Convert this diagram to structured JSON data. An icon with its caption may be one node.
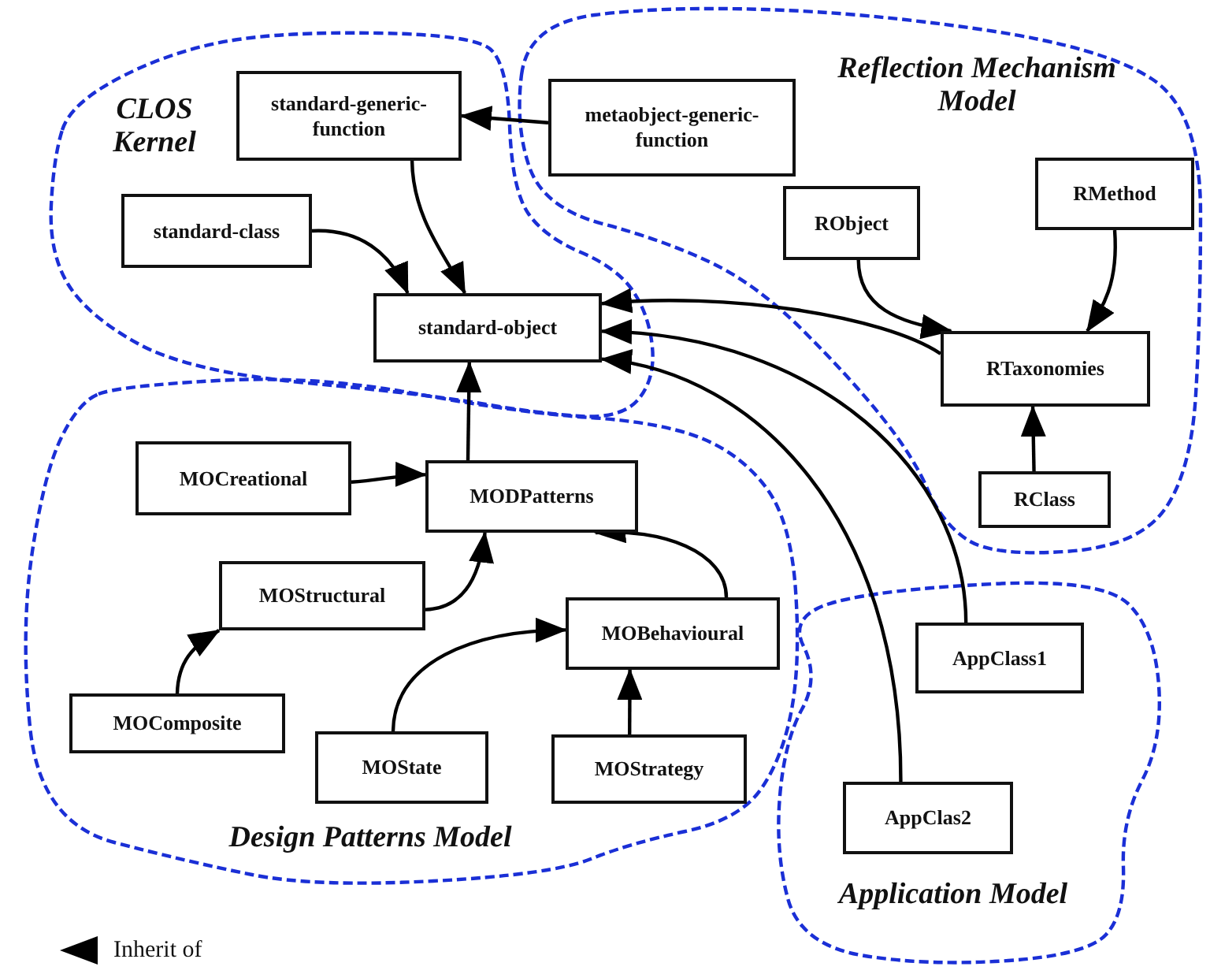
{
  "diagram": {
    "nodes": [
      {
        "text": [
          "CLOS Kernel"
        ]
      },
      {
        "text": [
          "Reflection Mechanism Model"
        ]
      },
      {
        "text": [
          "Design Patterns Model"
        ]
      },
      {
        "text": [
          "Application Model"
        ]
      },
      {
        "text": [
          "standard-generic-function"
        ],
        "in": 0
      },
      {
        "text": [
          "metaobject-generic-function"
        ],
        "in": 1
      },
      {
        "text": [
          "standard-class"
        ],
        "in": 0
      },
      {
        "text": [
          "standard-object"
        ],
        "in": 0
      },
      {
        "text": [
          "RObject"
        ],
        "in": 1
      },
      {
        "text": [
          "RMethod"
        ],
        "in": 1
      },
      {
        "text": [
          "RTaxonomies"
        ],
        "in": 1
      },
      {
        "text": [
          "RClass"
        ],
        "in": 1
      },
      {
        "text": [
          "MOCreational"
        ],
        "in": 2
      },
      {
        "text": [
          "MODPatterns"
        ],
        "in": 2
      },
      {
        "text": [
          "MOStructural"
        ],
        "in": 2
      },
      {
        "text": [
          "MOBehavioural"
        ],
        "in": 2
      },
      {
        "text": [
          "MOComposite"
        ],
        "in": 2
      },
      {
        "text": [
          "MOState"
        ],
        "in": 2
      },
      {
        "text": [
          "MOStrategy"
        ],
        "in": 2
      },
      {
        "text": [
          "AppClass1"
        ],
        "in": 3
      },
      {
        "text": [
          "AppClas2"
        ],
        "in": 3
      }
    ],
    "edges": [
      {
        "from": 5,
        "to": 4,
        "arrow": "to"
      },
      {
        "from": 4,
        "to": 7,
        "arrow": "to"
      },
      {
        "from": 6,
        "to": 7,
        "arrow": "to"
      },
      {
        "from": 10,
        "to": 7,
        "arrow": "to"
      },
      {
        "from": 19,
        "to": 7,
        "arrow": "to"
      },
      {
        "from": 20,
        "to": 7,
        "arrow": "to"
      },
      {
        "from": 8,
        "to": 10,
        "arrow": "to"
      },
      {
        "from": 9,
        "to": 10,
        "arrow": "to"
      },
      {
        "from": 11,
        "to": 10,
        "arrow": "to"
      },
      {
        "from": 13,
        "to": 7,
        "arrow": "to"
      },
      {
        "from": 12,
        "to": 13,
        "arrow": "to"
      },
      {
        "from": 14,
        "to": 13,
        "arrow": "to"
      },
      {
        "from": 15,
        "to": 13,
        "arrow": "to"
      },
      {
        "from": 16,
        "to": 14,
        "arrow": "to"
      },
      {
        "from": 17,
        "to": 15,
        "arrow": "to"
      },
      {
        "from": 18,
        "to": 15,
        "arrow": "to"
      }
    ],
    "legend": [
      {
        "text": "Inherit of"
      }
    ]
  }
}
